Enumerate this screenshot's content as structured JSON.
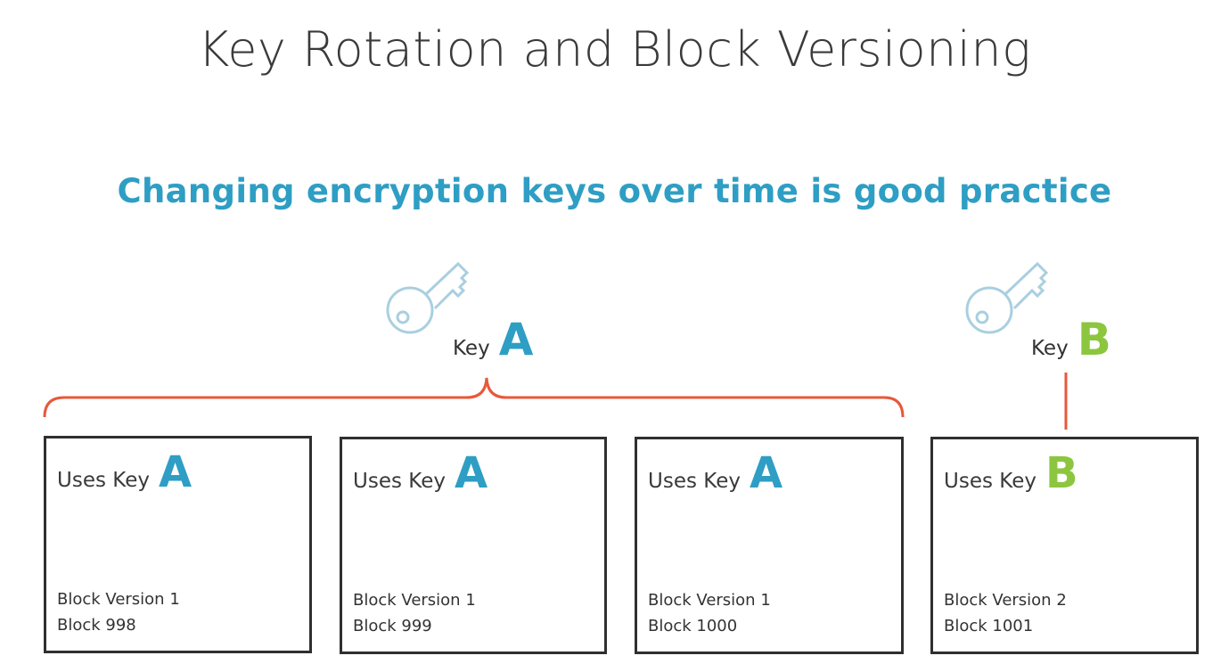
{
  "title": "Key Rotation and Block Versioning",
  "subtitle": "Changing encryption keys over time is good practice",
  "colors": {
    "subtitle": "#2e9ec4",
    "key_a": "#2e9ec4",
    "key_b": "#8cc63f",
    "connector": "#e8583a",
    "key_icon": "#a9cfe0",
    "border": "#2f2f2f"
  },
  "keys": [
    {
      "id": "A",
      "icon": "key-icon",
      "word": "Key",
      "letter": "A"
    },
    {
      "id": "B",
      "icon": "key-icon",
      "word": "Key",
      "letter": "B"
    }
  ],
  "blocks": [
    {
      "uses_word": "Uses Key",
      "key_letter": "A",
      "version": "Block Version 1",
      "block": "Block 998"
    },
    {
      "uses_word": "Uses Key",
      "key_letter": "A",
      "version": "Block Version 1",
      "block": "Block 999"
    },
    {
      "uses_word": "Uses Key",
      "key_letter": "A",
      "version": "Block Version 1",
      "block": "Block 1000"
    },
    {
      "uses_word": "Uses Key",
      "key_letter": "B",
      "version": "Block Version 2",
      "block": "Block 1001"
    }
  ]
}
